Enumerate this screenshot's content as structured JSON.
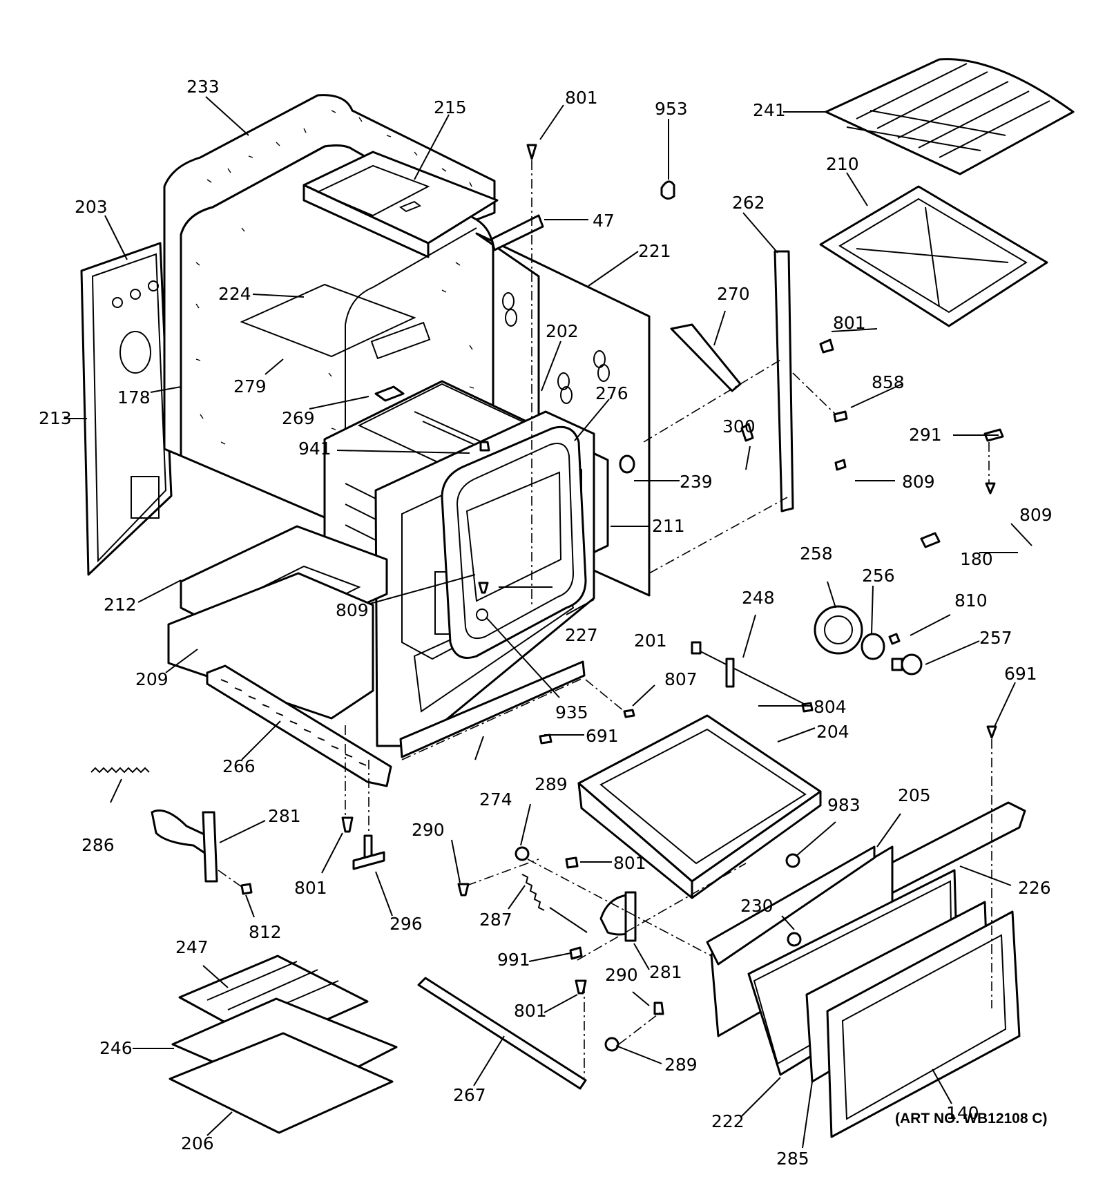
{
  "art_number": "(ART NO. WB12108 C)",
  "labels": {
    "l233": "233",
    "l215": "215",
    "l801a": "801",
    "l953": "953",
    "l241": "241",
    "l203": "203",
    "l47": "47",
    "l262": "262",
    "l210": "210",
    "l221": "221",
    "l224": "224",
    "l270": "270",
    "l801b": "801",
    "l202": "202",
    "l178": "178",
    "l279": "279",
    "l858": "858",
    "l276": "276",
    "l213": "213",
    "l269": "269",
    "l300": "300",
    "l291": "291",
    "l941": "941",
    "l239": "239",
    "l809a": "809",
    "l211": "211",
    "l809b": "809",
    "l180": "180",
    "l258": "258",
    "l256": "256",
    "l212": "212",
    "l248": "248",
    "l810": "810",
    "l809c": "809",
    "l227": "227",
    "l201": "201",
    "l257": "257",
    "l209": "209",
    "l807": "807",
    "l691a": "691",
    "l935": "935",
    "l804": "804",
    "l691b": "691",
    "l266": "266",
    "l204": "204",
    "l274": "274",
    "l289a": "289",
    "l983": "983",
    "l205": "205",
    "l281a": "281",
    "l290a": "290",
    "l286": "286",
    "l801c": "801",
    "l226": "226",
    "l801d": "801",
    "l296": "296",
    "l812": "812",
    "l287": "287",
    "l230": "230",
    "l247": "247",
    "l991": "991",
    "l281b": "281",
    "l290b": "290",
    "l801e": "801",
    "l246": "246",
    "l289b": "289",
    "l267": "267",
    "l140": "140",
    "l222": "222",
    "l206": "206",
    "l285": "285"
  }
}
